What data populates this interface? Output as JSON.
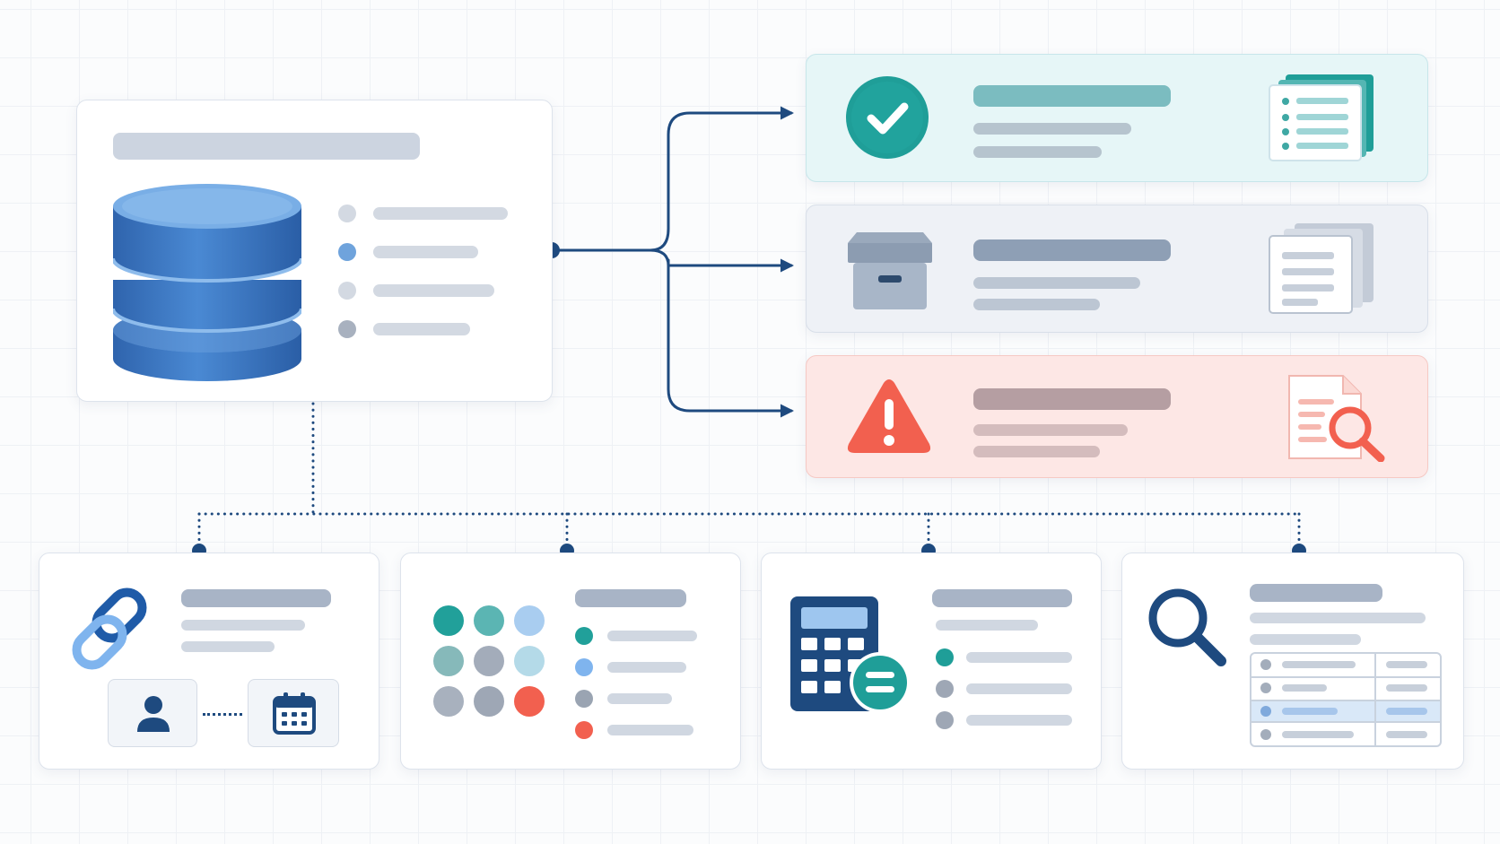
{
  "colors": {
    "navy": "#1e4a7f",
    "db_blue": "#3f7cc6",
    "teal": "#1f9e98",
    "success_bg": "#e6f6f7",
    "archive_bg": "#eef1f6",
    "alert_bg": "#fde7e5",
    "alert_red": "#f2604f",
    "placeholder_gray": "#c9d1dd"
  },
  "source": {
    "icon": "database-icon",
    "legend_dots": [
      "#d3d9e2",
      "#6fa3dc",
      "#d3d9e2",
      "#a8b1bf"
    ]
  },
  "outcomes": [
    {
      "id": "success",
      "icon": "check-circle-icon",
      "side_icon": "checklist-stack-icon",
      "accent": "#1f9e98"
    },
    {
      "id": "archive",
      "icon": "archive-box-icon",
      "side_icon": "document-stack-icon",
      "accent": "#8e9fb5"
    },
    {
      "id": "alert",
      "icon": "warning-triangle-icon",
      "side_icon": "document-search-icon",
      "accent": "#f2604f"
    }
  ],
  "modules": [
    {
      "id": "relations",
      "icon": "link-icon",
      "sub_icons": [
        "user-icon",
        "calendar-icon"
      ]
    },
    {
      "id": "categories",
      "icon": "color-grid-icon",
      "swatches": [
        "#21a09a",
        "#5bb5b3",
        "#a9cdf0",
        "#86b9ba",
        "#a3acba",
        "#b4dae8",
        "#a8b1be",
        "#9ea7b5",
        "#f2604f"
      ],
      "legend_dots": [
        "#21a09a",
        "#7fb4ee",
        "#9aa4b2",
        "#f2604f"
      ]
    },
    {
      "id": "calculation",
      "icon": "calculator-icon",
      "legend_dots": [
        "#1f9e98",
        "#9ea7b5",
        "#9ea7b5"
      ]
    },
    {
      "id": "lookup",
      "icon": "magnifier-icon",
      "sub_icons": [
        "data-table-icon"
      ]
    }
  ]
}
